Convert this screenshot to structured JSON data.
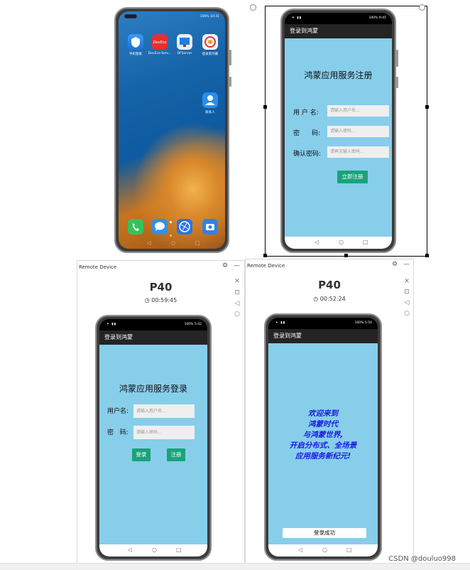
{
  "home": {
    "status_time": "10:31",
    "status_battery": "100%",
    "apps": [
      {
        "label": "手机管家",
        "icon": "shield-app-icon"
      },
      {
        "label": "DevEco Serv...",
        "icon": "deveco-app-icon"
      },
      {
        "label": "DFServer",
        "icon": "dfserver-app-icon"
      },
      {
        "label": "登录到鸿蒙",
        "icon": "harmony-login-app-icon"
      }
    ],
    "contacts_label": "联系人",
    "dock": [
      "phone-icon",
      "messages-icon",
      "browser-icon",
      "camera-icon"
    ],
    "colors": {
      "dock_phone": "#35c35a",
      "dock_msg": "#2e8ff2",
      "dock_browser": "#2a73e6",
      "dock_camera": "#2f82e8"
    }
  },
  "register": {
    "status_time": "9:45",
    "status_battery": "100%",
    "appbar_title": "登录到鸿蒙",
    "title": "鸿蒙应用服务注册",
    "username_label": "用 户 名:",
    "username_placeholder": "请输入用户名...",
    "password_label": "密      码:",
    "password_placeholder": "请输入密码...",
    "confirm_label": "确认密码:",
    "confirm_placeholder": "请再次输入密码...",
    "submit_label": "立即注册"
  },
  "login_panel": {
    "window_title": "Remote Device",
    "device_name": "P40",
    "timer": "00:59:45",
    "status_time": "5:42",
    "status_battery": "100%",
    "appbar_title": "登录到鸿蒙",
    "title": "鸿蒙应用服务登录",
    "username_label": "用户名:",
    "username_placeholder": "请输入用户名...",
    "password_label": "密   码:",
    "password_placeholder": "请输入密码...",
    "login_label": "登录",
    "register_label": "注册"
  },
  "welcome_panel": {
    "window_title": "Remote Device",
    "device_name": "P40",
    "timer": "00:52:24",
    "status_time": "5:50",
    "status_battery": "100%",
    "appbar_title": "登录到鸿蒙",
    "welcome_lines": [
      "欢迎来到",
      "鸿蒙时代",
      "与鸿蒙世界,",
      "开启分布式、全场景",
      "应用服务新纪元!"
    ],
    "toast": "登录成功"
  },
  "watermark": "CSDN @douluo998",
  "colors": {
    "accent_button": "#1aa37a",
    "content_bg": "#87ceeb",
    "appbar_bg": "#242424",
    "welcome_text": "#1a1ae0"
  }
}
